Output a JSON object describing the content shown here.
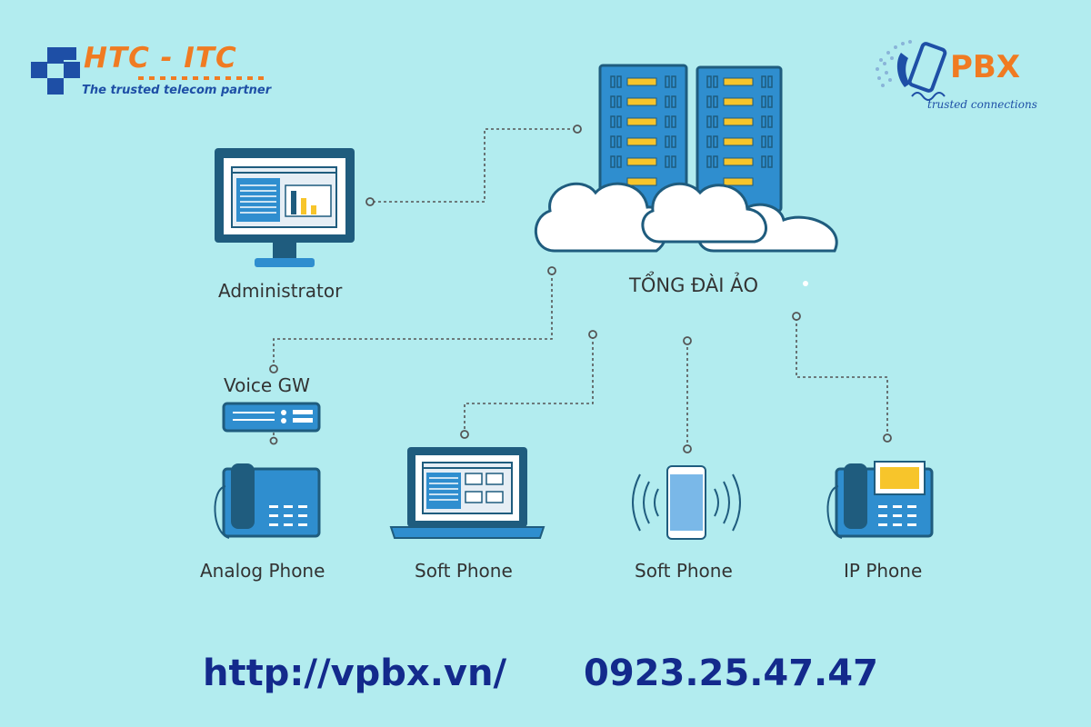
{
  "colors": {
    "background": "#b2ecef",
    "device_dark": "#1f5c7e",
    "device_blue": "#2f8ecf",
    "screen_light": "#e6eef5",
    "server_yellow": "#f7c52b",
    "cloud_fill": "#ffffff",
    "cloud_stroke": "#1f5c7e",
    "connector": "#555555",
    "footer_text": "#132a8c",
    "logo_orange": "#f07b22",
    "logo_blue": "#1e4fa6"
  },
  "logos": {
    "htc": {
      "name": "HTC - ITC",
      "tagline": "The trusted telecom partner"
    },
    "vpbx": {
      "name": "PBX",
      "tagline": "trusted connections"
    }
  },
  "nodes": {
    "admin": "Administrator",
    "cloud": "TỔNG ĐÀI ẢO",
    "voice_gw": "Voice GW",
    "analog_phone": "Analog Phone",
    "soft_phone_laptop": "Soft Phone",
    "soft_phone_mobile": "Soft Phone",
    "ip_phone": "IP Phone"
  },
  "footer": {
    "url": "http://vpbx.vn/",
    "phone": "0923.25.47.47"
  }
}
